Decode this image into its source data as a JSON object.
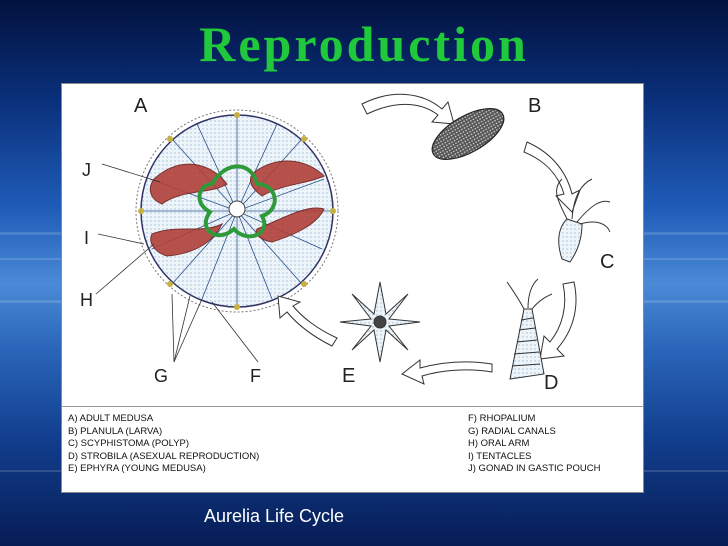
{
  "title": "Reproduction",
  "caption": "Aurelia Life Cycle",
  "stage_labels": {
    "A": "A",
    "B": "B",
    "C": "C",
    "D": "D",
    "E": "E",
    "F": "F",
    "G": "G",
    "H": "H",
    "I": "I",
    "J": "J"
  },
  "legend_left": [
    "A) ADULT MEDUSA",
    "B) PLANULA (LARVA)",
    "C) SCYPHISTOMA (POLYP)",
    "D) STROBILA (ASEXUAL REPRODUCTION)",
    "E) EPHYRA (YOUNG MEDUSA)"
  ],
  "legend_right": [
    "F) RHOPALIUM",
    "G) RADIAL CANALS",
    "H) ORAL ARM",
    "I) TENTACLES",
    "J) GONAD IN GASTIC POUCH"
  ],
  "colors": {
    "title": "#1fc93b",
    "gonad": "#b0403a",
    "stomach": "#2e9a3a",
    "medusa_fill": "#e3eef6"
  }
}
